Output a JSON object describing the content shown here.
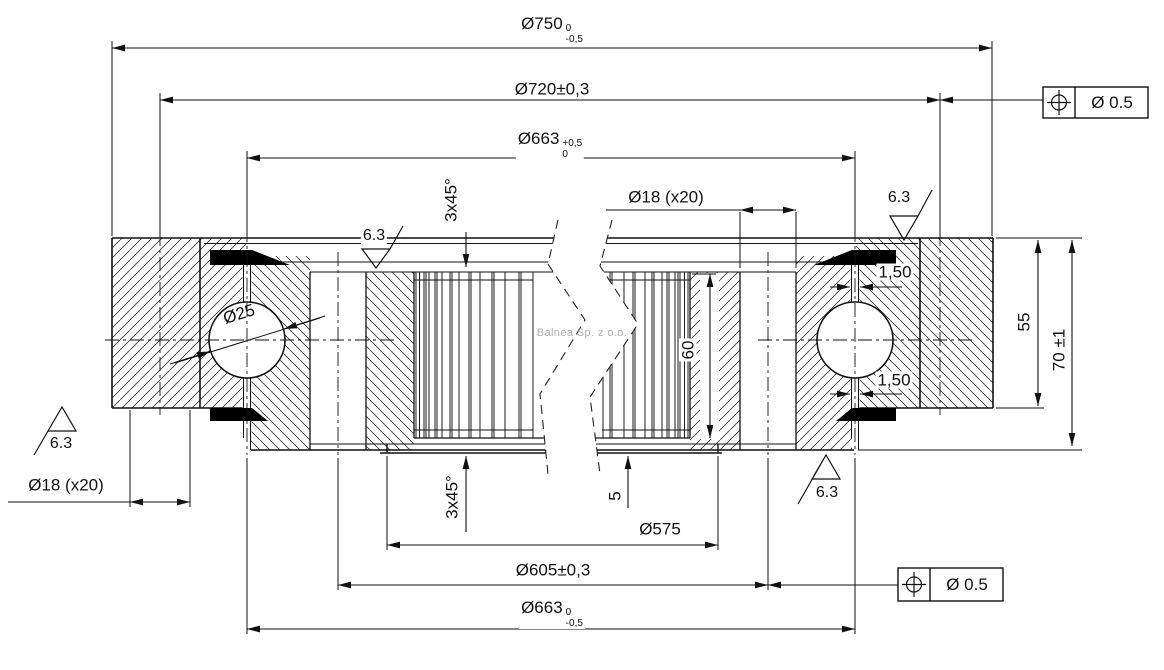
{
  "watermark": "Balnea Sp. z o.o.",
  "dims": {
    "dia750": {
      "value": "Ø750",
      "tol_up": "0",
      "tol_dn": "-0,5"
    },
    "dia720": {
      "value": "Ø720",
      "tol": "±0,3"
    },
    "dia663_top": {
      "value": "Ø663",
      "tol_up": "+0,5",
      "tol_dn": "0"
    },
    "dia18_top": {
      "value": "Ø18 (x20)"
    },
    "dia18_bottom": {
      "value": "Ø18 (x20)"
    },
    "chamfer_top": {
      "value": "3x45°"
    },
    "chamfer_bottom": {
      "value": "3x45°"
    },
    "ball": {
      "value": "Ø25"
    },
    "gap_top": {
      "value": "1,50"
    },
    "gap_bottom": {
      "value": "1,50"
    },
    "gear_width": {
      "value": "60"
    },
    "outer_height": {
      "value": "55"
    },
    "total_height": {
      "value": "70 ±1"
    },
    "plate_offset": {
      "value": "5"
    },
    "dia575": {
      "value": "Ø575"
    },
    "dia605": {
      "value": "Ø605",
      "tol": "±0,3"
    },
    "dia663_bottom": {
      "value": "Ø663",
      "tol_up": "0",
      "tol_dn": "-0,5"
    }
  },
  "roughness": {
    "top_left": "6.3",
    "top_right": "6.3",
    "bottom_left": "6.3",
    "bottom_right": "6.3"
  },
  "gdt_top": {
    "value": "Ø 0.5"
  },
  "gdt_bottom": {
    "value": "Ø 0.5"
  }
}
